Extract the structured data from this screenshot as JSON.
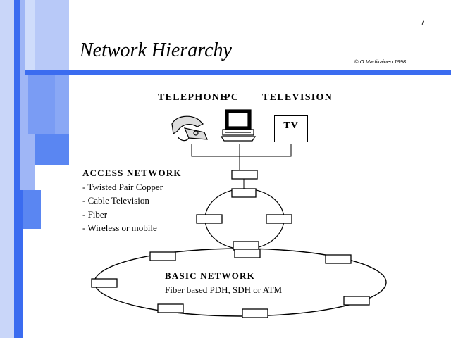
{
  "slide": {
    "page_number": "7",
    "title": "Network Hierarchy",
    "copyright": "© O.Martikainen 1998"
  },
  "devices": {
    "telephone_label": "TELEPHONE",
    "pc_label": "PC",
    "television_label": "TELEVISION",
    "tv_box_label": "TV"
  },
  "access_network": {
    "title": "ACCESS NETWORK",
    "items": [
      "- Twisted Pair Copper",
      "- Cable Television",
      "- Fiber",
      "- Wireless or mobile"
    ]
  },
  "basic_network": {
    "title": "BASIC NETWORK",
    "subtitle": "Fiber based PDH, SDH or ATM"
  },
  "colors": {
    "accent": "#3b6cf0",
    "accent_light": "#a9bcf6",
    "accent_mid": "#6f93f4"
  }
}
